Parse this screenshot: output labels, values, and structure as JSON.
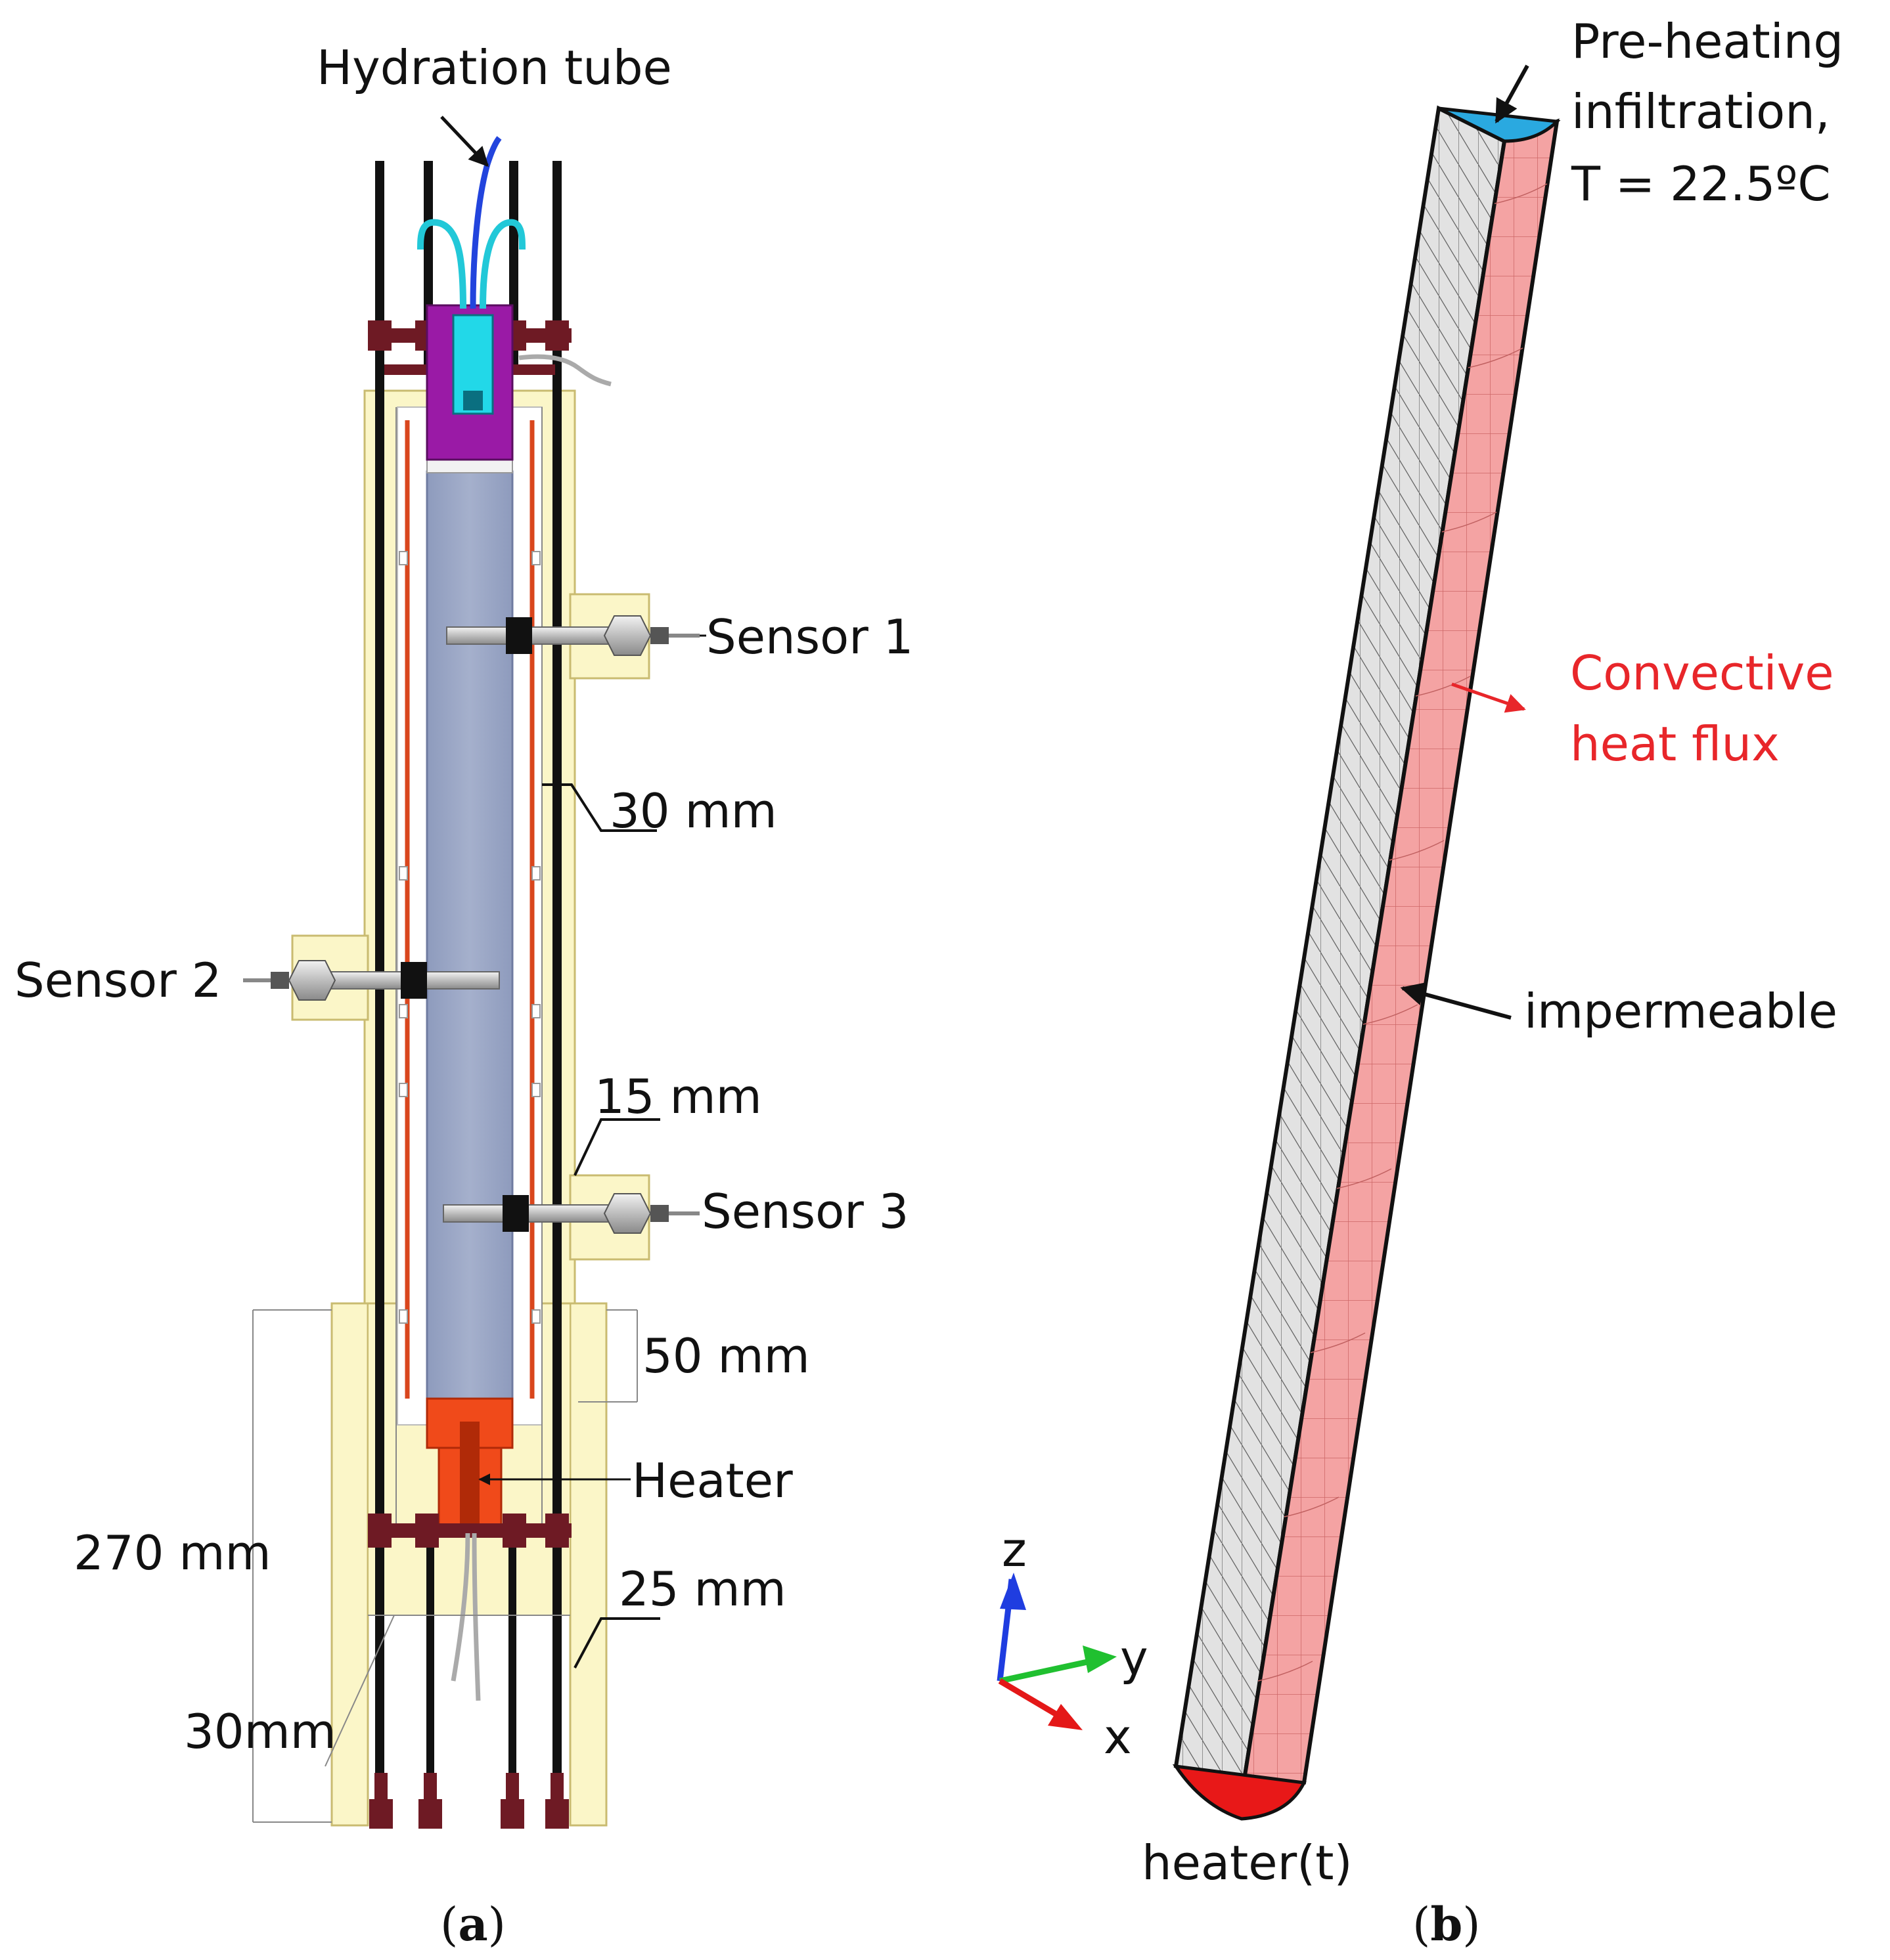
{
  "panel_a": {
    "labels": {
      "hydration_tube": "Hydration tube",
      "sensor_1": "Sensor 1",
      "sensor_2": "Sensor 2",
      "sensor_3": "Sensor 3",
      "dim_30mm_top": "30 mm",
      "dim_15mm": "15 mm",
      "dim_50mm": "50 mm",
      "heater": "Heater",
      "dim_270mm": "270 mm",
      "dim_25mm": "25 mm",
      "dim_30mm_bottom": "30mm"
    },
    "caption_open": "(",
    "caption_letter": "a",
    "caption_close": ")"
  },
  "panel_b": {
    "labels": {
      "pre_heating_line1": "Pre-heating",
      "pre_heating_line2": "infiltration,",
      "pre_heating_line3": "T = 22.5ºC",
      "convective_line1": "Convective",
      "convective_line2": "heat flux",
      "impermeable": "impermeable",
      "heater_t": "heater(t)"
    },
    "axes": {
      "z": "z",
      "y": "y",
      "x": "x"
    },
    "caption_open": "(",
    "caption_letter": "b",
    "caption_close": ")"
  },
  "colors": {
    "insulation": "#fbf6c8",
    "insulation_edge": "#c9bb70",
    "sample": "#9aa6c4",
    "rod": "#111111",
    "heater": "#f04a1a",
    "cap_purple": "#9a1aa6",
    "connector_cyan": "#22d8e8",
    "tube_blue": "#2244dd",
    "flange": "#6e1a24",
    "mesh_red": "#f4a3a3",
    "mesh_grey": "#dcdcdc",
    "top_blue": "#2aa9e0",
    "bottom_red": "#e81818",
    "accent_red": "#e8262a",
    "axis_blue": "#1f3de0",
    "axis_green": "#20c030",
    "axis_red": "#e41818"
  }
}
